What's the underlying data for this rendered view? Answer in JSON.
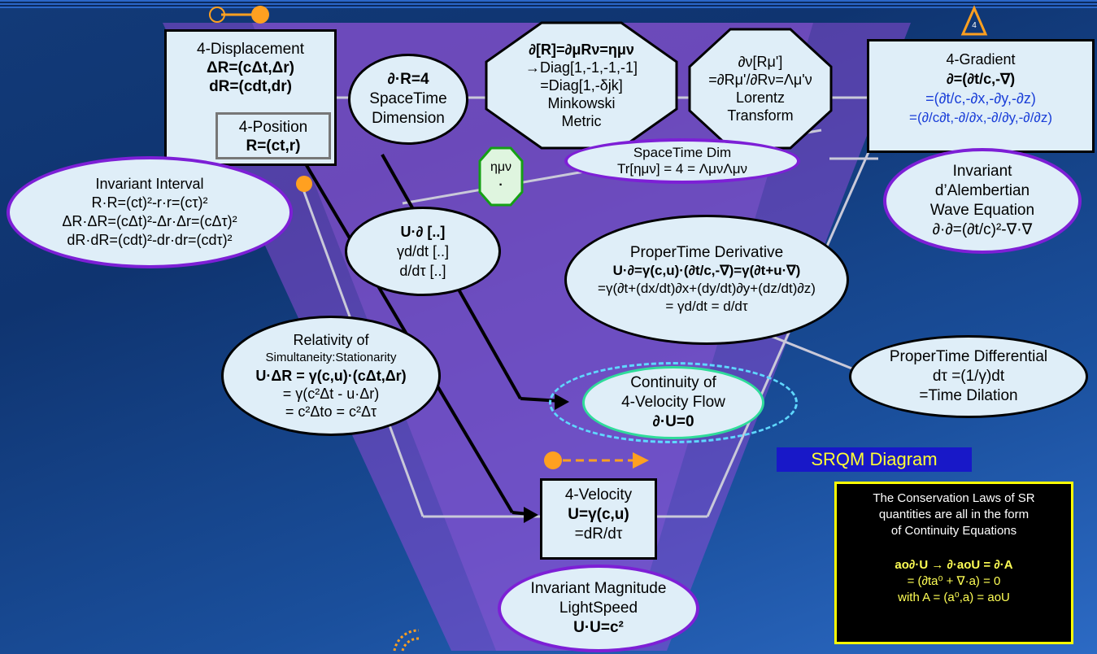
{
  "colors": {
    "accent_purple": "#7d1fd6",
    "ellipse_fill": "#dfeef8",
    "note_text": "#ffff55",
    "title_bg": "#1818c8"
  },
  "diagram": {
    "displacement": {
      "title": "4-Displacement",
      "line1": "ΔR=(cΔt,Δr)",
      "line2": "dR=(cdt,dr)"
    },
    "position": {
      "title": "4-Position",
      "line1": "R=(ct,r)"
    },
    "spacetime_dimension": {
      "line1": "∂·R=4",
      "line2": "SpaceTime",
      "line3": "Dimension"
    },
    "minkowski": {
      "line1": "∂[R]=∂μRν=ημν",
      "line2": "→Diag[1,-1,-1,-1]",
      "line3": "=Diag[1,-δjk]",
      "line4": "Minkowski",
      "line5": "Metric"
    },
    "lorentz": {
      "line1": "∂ν[Rμ']",
      "line2": "=∂Rμ'/∂Rν=Λμ'ν",
      "line3": "Lorentz",
      "line4": "Transform"
    },
    "gradient": {
      "title": "4-Gradient",
      "line1": "∂=(∂t/c,-∇)",
      "line2": "=(∂t/c,-∂x,-∂y,-∂z)",
      "line3": "=(∂/c∂t,-∂/∂x,-∂/∂y,-∂/∂z)"
    },
    "spacetime_dim": {
      "line1": "SpaceTime Dim",
      "line2": "Tr[ημν] = 4 = ΛμνΛμν"
    },
    "eta_badge": {
      "line1": "ημν",
      "line2": "·"
    },
    "invariant_interval": {
      "title": "Invariant Interval",
      "line1": "R·R=(ct)²-r·r=(cτ)²",
      "line2": "ΔR·ΔR=(cΔt)²-Δr·Δr=(cΔτ)²",
      "line3": "dR·dR=(cdt)²-dr·dr=(cdτ)²"
    },
    "dalembertian": {
      "line1": "Invariant",
      "line2": "d’Alembertian",
      "line3": "Wave Equation",
      "line4": "∂·∂=(∂t/c)²-∇·∇"
    },
    "operators": {
      "line1": "U·∂ [..]",
      "line2": "γd/dt [..]",
      "line3": "d/dτ [..]"
    },
    "propertime_derivative": {
      "title": "ProperTime Derivative",
      "line1": "U·∂=γ(c,u)·(∂t/c,-∇)=γ(∂t+u·∇)",
      "line2": "=γ(∂t+(dx/dt)∂x+(dy/dt)∂y+(dz/dt)∂z)",
      "line3": "= γd/dt = d/dτ"
    },
    "relativity": {
      "title": "Relativity of",
      "subtitle": "Simultaneity:Stationarity",
      "line1": "U·ΔR = γ(c,u)·(cΔt,Δr)",
      "line2": "= γ(c²Δt - u·Δr)",
      "line3": "= c²Δto = c²Δτ"
    },
    "propertime_differential": {
      "title": "ProperTime Differential",
      "line1": "dτ =(1/γ)dt",
      "line2": "=Time Dilation"
    },
    "continuity": {
      "line1": "Continuity of",
      "line2": "4-Velocity Flow",
      "line3": "∂·U=0"
    },
    "velocity": {
      "title": "4-Velocity",
      "line1": "U=γ(c,u)",
      "line2": "=dR/dτ"
    },
    "magnitude": {
      "line1": "Invariant Magnitude",
      "line2": "LightSpeed",
      "line3": "U·U=c²"
    },
    "corner_badge": "4"
  },
  "srqm_title": "SRQM Diagram",
  "note": {
    "line1": "The Conservation Laws of SR",
    "line2": "quantities are all in the form",
    "line3": "of Continuity Equations",
    "line4": "ao∂·U → ∂·aoU = ∂·A",
    "line5": "= (∂ta⁰ + ∇·a) = 0",
    "line6": "with A = (a⁰,a) = aoU"
  }
}
